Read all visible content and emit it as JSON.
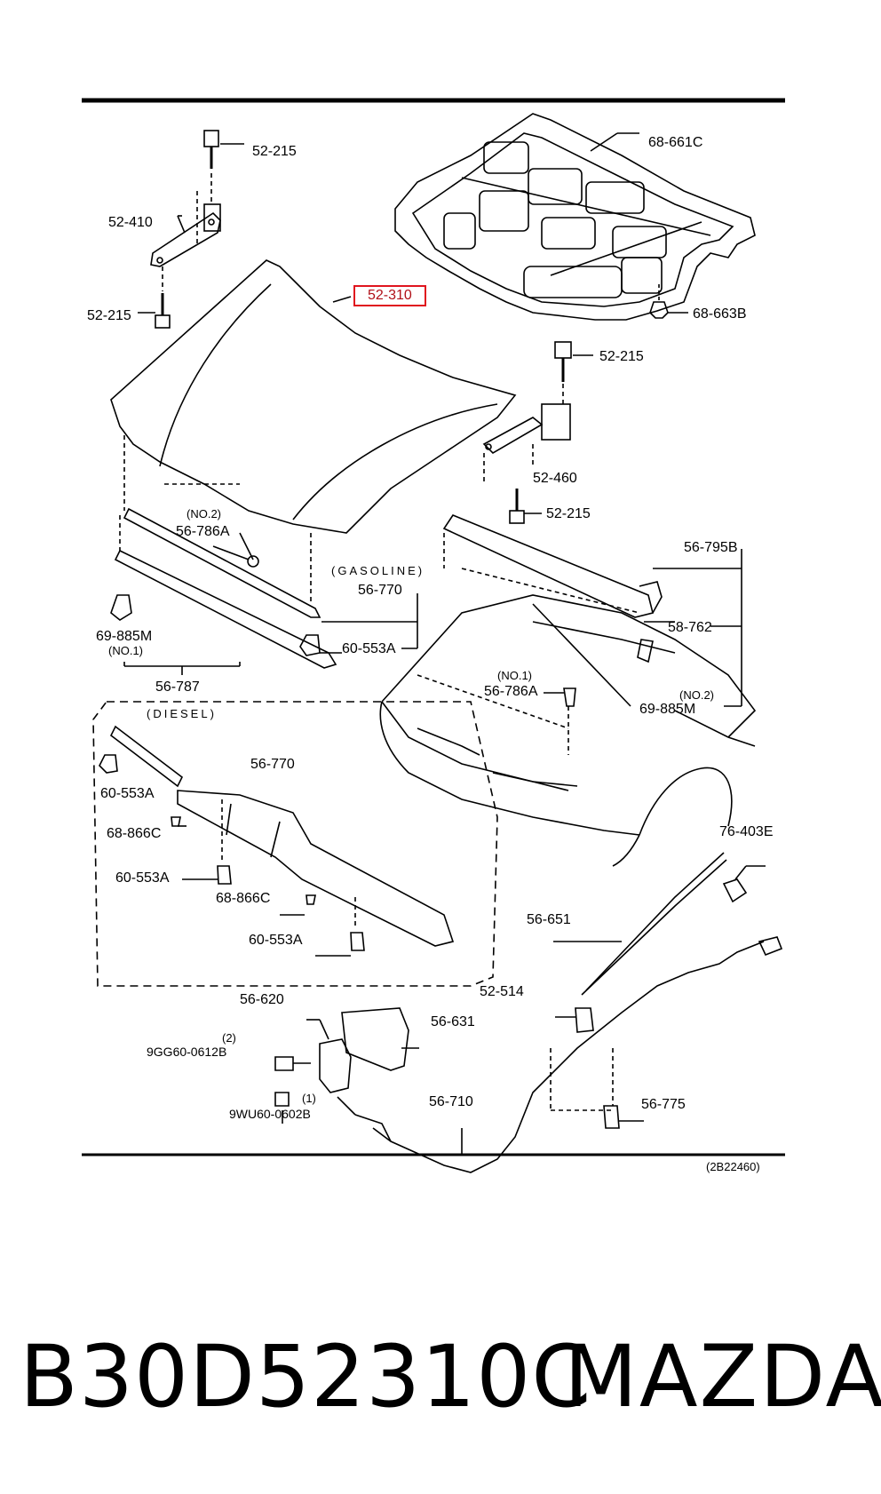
{
  "diagram": {
    "ref_code": "(2B22460)",
    "labels": {
      "l_52215_a": "52-215",
      "l_52410": "52-410",
      "l_52215_b": "52-215",
      "l_52310": "52-310",
      "l_68661c": "68-661C",
      "l_68663b": "68-663B",
      "l_52215_c": "52-215",
      "l_52460": "52-460",
      "l_52215_d": "52-215",
      "l_no2_a": "(NO.2)",
      "l_56786a_a": "56-786A",
      "l_gasoline": "(GASOLINE)",
      "l_56770_a": "56-770",
      "l_69885m_a": "69-885M",
      "l_no1_a": "(NO.1)",
      "l_60553a_a": "60-553A",
      "l_56787": "56-787",
      "l_56795b": "56-795B",
      "l_58762": "58-762",
      "l_no1_b": "(NO.1)",
      "l_56786a_b": "56-786A",
      "l_no2_b": "(NO.2)",
      "l_69885m_b": "69-885M",
      "l_diesel": "(DIESEL)",
      "l_56770_b": "56-770",
      "l_60553a_b": "60-553A",
      "l_68866c_a": "68-866C",
      "l_60553a_c": "60-553A",
      "l_68866c_b": "68-866C",
      "l_60553a_d": "60-553A",
      "l_76403e": "76-403E",
      "l_56651": "56-651",
      "l_52514": "52-514",
      "l_56620": "56-620",
      "l_56631": "56-631",
      "l_qty2": "(2)",
      "l_9gg": "9GG60-0612B",
      "l_qty1": "(1)",
      "l_9wu": "9WU60-0602B",
      "l_56710": "56-710",
      "l_56775": "56-775"
    }
  },
  "footer": {
    "part_number": "B30D52310C",
    "brand": "MAZDA"
  },
  "colors": {
    "highlight": "#e0141e",
    "line": "#000000"
  }
}
